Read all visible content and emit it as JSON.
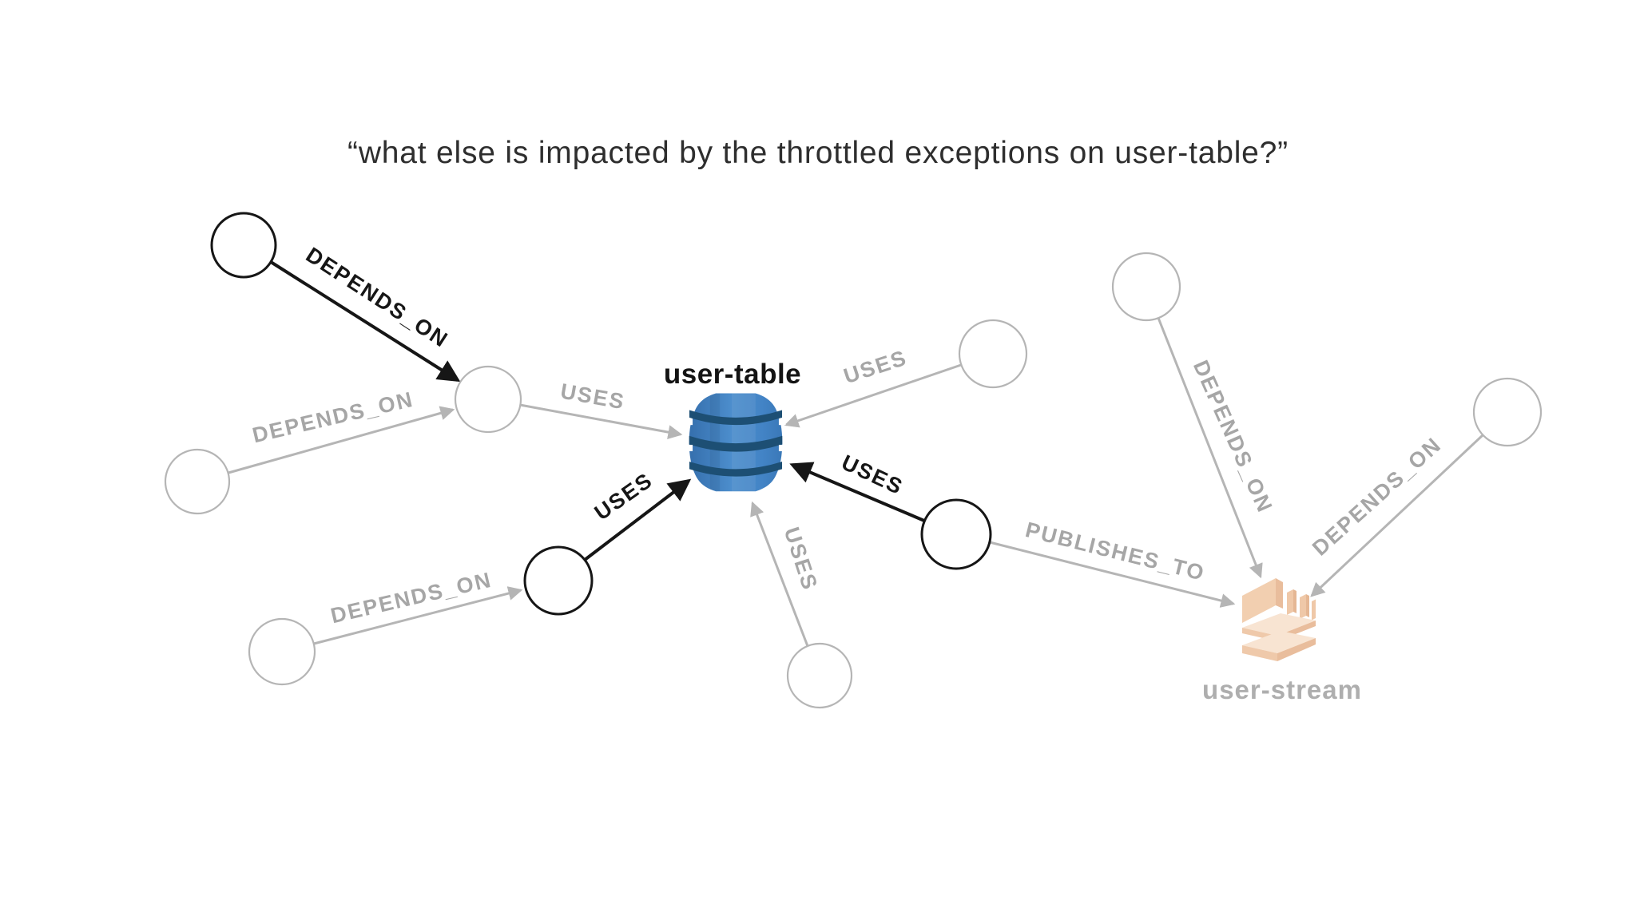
{
  "title": {
    "text": "“what else is impacted by the throttled exceptions on user-table?”"
  },
  "graph": {
    "nodes": {
      "table": {
        "label": "user-table",
        "type": "dynamodb-table",
        "state": "highlighted"
      },
      "stream": {
        "label": "user-stream",
        "type": "kinesis-stream",
        "state": "dimmed"
      },
      "anonymous": [
        {
          "id": "n1",
          "state": "highlighted"
        },
        {
          "id": "n2",
          "state": "dimmed"
        },
        {
          "id": "n3",
          "state": "dimmed"
        },
        {
          "id": "n4",
          "state": "highlighted"
        },
        {
          "id": "n5",
          "state": "dimmed"
        },
        {
          "id": "n6",
          "state": "dimmed"
        },
        {
          "id": "n7",
          "state": "highlighted"
        },
        {
          "id": "n8",
          "state": "dimmed"
        },
        {
          "id": "n9",
          "state": "dimmed"
        },
        {
          "id": "n10",
          "state": "dimmed"
        }
      ]
    },
    "edges": [
      {
        "label": "DEPENDS_ON",
        "from": "n1",
        "to": "n2",
        "state": "highlighted"
      },
      {
        "label": "DEPENDS_ON",
        "from": "n3",
        "to": "n2",
        "state": "dimmed"
      },
      {
        "label": "USES",
        "from": "n2",
        "to": "table",
        "state": "dimmed"
      },
      {
        "label": "USES",
        "from": "n6",
        "to": "table",
        "state": "dimmed"
      },
      {
        "label": "USES",
        "from": "n4",
        "to": "table",
        "state": "highlighted"
      },
      {
        "label": "USES",
        "from": "n7",
        "to": "table",
        "state": "highlighted"
      },
      {
        "label": "USES",
        "from": "n8",
        "to": "table",
        "state": "dimmed"
      },
      {
        "label": "PUBLISHES_TO",
        "from": "n7",
        "to": "stream",
        "state": "dimmed"
      },
      {
        "label": "DEPENDS_ON",
        "from": "n9",
        "to": "stream",
        "state": "dimmed"
      },
      {
        "label": "DEPENDS_ON",
        "from": "n10",
        "to": "stream",
        "state": "dimmed"
      },
      {
        "label": "DEPENDS_ON",
        "from": "n5",
        "to": "n4",
        "state": "dimmed"
      }
    ]
  },
  "colors": {
    "dynamodb_blue": "#3F7FBE",
    "dynamodb_band_navy": "#1D4F74",
    "kinesis_orange_faded": "#F2CFB0",
    "edge_black": "#161616",
    "edge_gray": "#B5B5B5",
    "label_gray": "#A6A6A6",
    "title_text": "#2E2E2E"
  }
}
